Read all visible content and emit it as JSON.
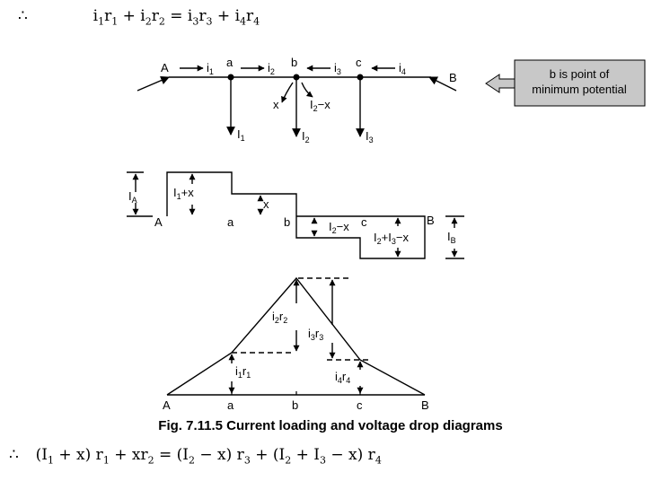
{
  "top_equation": {
    "therefore": "∴",
    "i1": "i",
    "s1": "1",
    "r1": "r",
    "t1": "1",
    "plus1": " + ",
    "i2": "i",
    "s2": "2",
    "r2": "r",
    "t2": "2",
    "eq": " = ",
    "i3": "i",
    "s3": "3",
    "r3": "r",
    "t3": "3",
    "plus2": " + ",
    "i4": "i",
    "s4": "4",
    "r4": "r",
    "t4": "4"
  },
  "bottom_equation": {
    "therefore": "∴",
    "p1": "(I",
    "s1": "1",
    "p2": " + x) r",
    "s2": "1",
    "p3": " + xr",
    "s3": "2",
    "eq": " = ",
    "p4": "(I",
    "s4": "2",
    "p5": " − x) r",
    "s5": "3",
    "p6": " + (I",
    "s6": "2",
    "p7": " + I",
    "s7": "3",
    "p8": " − x) r",
    "s8": "4"
  },
  "callout": {
    "line1": "b is point of",
    "line2": "minimum potential",
    "fill": "#c8c8c8"
  },
  "circuit": {
    "nodes": [
      "A",
      "a",
      "b",
      "c",
      "B"
    ],
    "currents": {
      "i1": {
        "m": "i",
        "s": "1"
      },
      "i2": {
        "m": "i",
        "s": "2"
      },
      "i3": {
        "m": "i",
        "s": "3"
      },
      "i4": {
        "m": "i",
        "s": "4"
      }
    },
    "loads": {
      "I1": {
        "m": "I",
        "s": "1"
      },
      "I2": {
        "m": "I",
        "s": "2"
      },
      "I3": {
        "m": "I",
        "s": "3"
      }
    },
    "split_x": "x",
    "split_rest": {
      "m": "I",
      "s": "2",
      "t": "−x"
    }
  },
  "loading_diagram": {
    "IA": {
      "m": "I",
      "s": "A"
    },
    "IB": {
      "m": "I",
      "s": "B"
    },
    "seg1": {
      "m": "I",
      "s": "1",
      "t": "+x"
    },
    "seg2": "x",
    "seg3": {
      "m": "I",
      "s": "2",
      "t": "−x"
    },
    "seg4": {
      "m": "I",
      "s": "2",
      "t": "+I",
      "s2": "3",
      "t2": "−x"
    },
    "nodes": [
      "A",
      "a",
      "b",
      "c",
      "B"
    ]
  },
  "voltage_diagram": {
    "d1": {
      "a": "i",
      "s": "1",
      "b": "r",
      "t": "1"
    },
    "d2": {
      "a": "i",
      "s": "2",
      "b": "r",
      "t": "2"
    },
    "d3": {
      "a": "i",
      "s": "3",
      "b": "r",
      "t": "3"
    },
    "d4": {
      "a": "i",
      "s": "4",
      "b": "r",
      "t": "4"
    },
    "nodes": [
      "A",
      "a",
      "b",
      "c",
      "B"
    ]
  },
  "caption": "Fig. 7.11.5 Current loading and voltage drop diagrams"
}
